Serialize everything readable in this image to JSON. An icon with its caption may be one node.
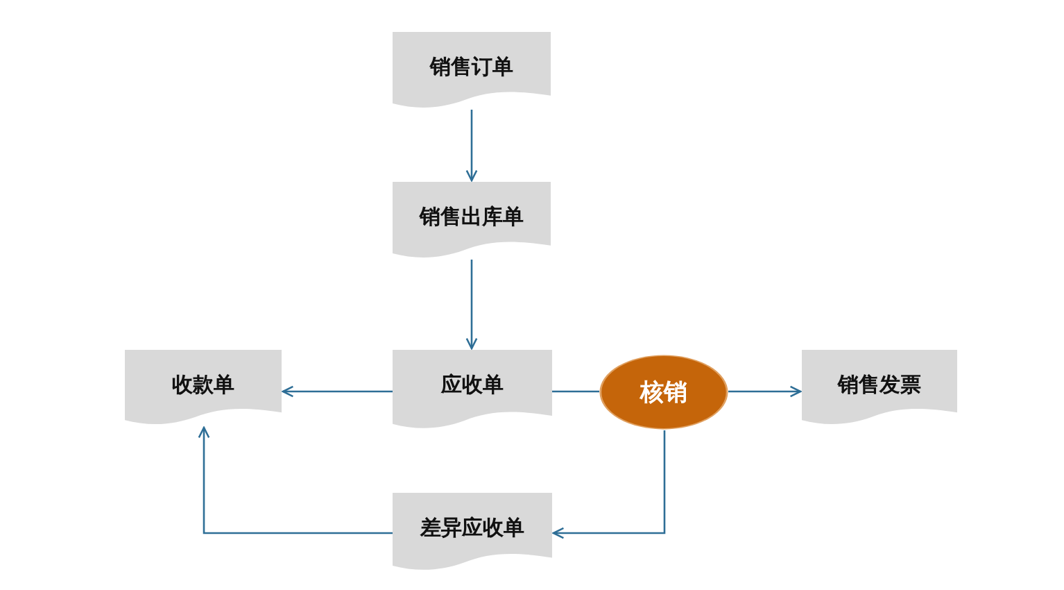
{
  "diagram": {
    "nodes": [
      {
        "text": [
          "销售订单"
        ]
      },
      {
        "text": [
          "销售出库单"
        ]
      },
      {
        "text": [
          "收款单"
        ]
      },
      {
        "text": [
          "应收单"
        ]
      },
      {
        "text": [
          "核销"
        ]
      },
      {
        "text": [
          "销售发票"
        ]
      },
      {
        "text": [
          "差异应收单"
        ]
      }
    ],
    "edges": [
      {
        "from": 0,
        "to": 1,
        "arrow": "to"
      },
      {
        "from": 1,
        "to": 3,
        "arrow": "to"
      },
      {
        "from": 3,
        "to": 2,
        "arrow": "to"
      },
      {
        "from": 3,
        "to": 4,
        "arrow": "none"
      },
      {
        "from": 4,
        "to": 5,
        "arrow": "to"
      },
      {
        "from": 4,
        "to": 6,
        "arrow": "to"
      },
      {
        "from": 6,
        "to": 2,
        "arrow": "to"
      }
    ]
  }
}
